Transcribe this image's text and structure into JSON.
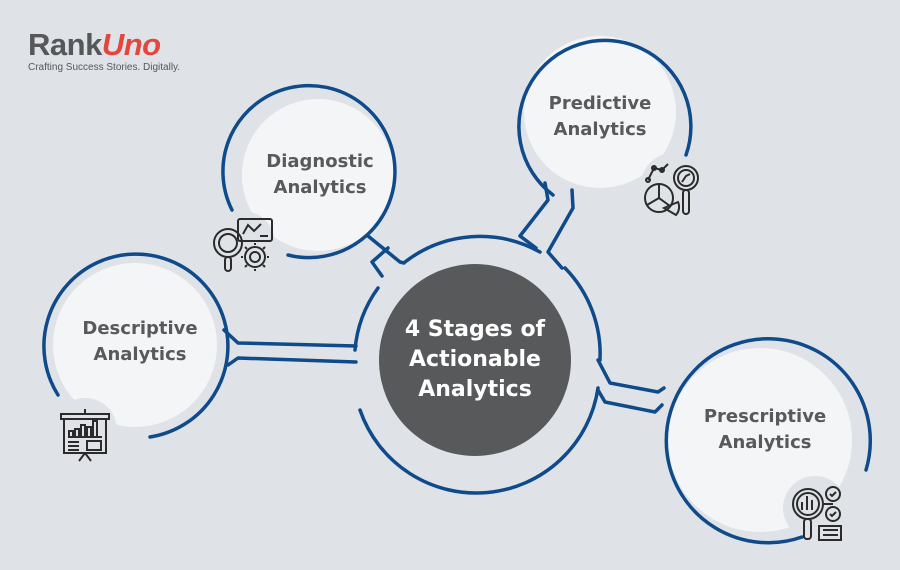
{
  "brand": {
    "name_part1": "Rank",
    "name_part2": "Uno",
    "tagline": "Crafting Success Stories. Digitally.",
    "colors": {
      "text": "#555759",
      "accent": "#e2463c"
    }
  },
  "diagram": {
    "center": {
      "line1": "4 Stages of",
      "line2": "Actionable",
      "line3": "Analytics"
    },
    "stages": [
      {
        "id": "descriptive",
        "line1": "Descriptive",
        "line2": "Analytics",
        "icon": "presentation-chart-icon"
      },
      {
        "id": "diagnostic",
        "line1": "Diagnostic",
        "line2": "Analytics",
        "icon": "magnifier-gear-chart-icon"
      },
      {
        "id": "predictive",
        "line1": "Predictive",
        "line2": "Analytics",
        "icon": "pie-chart-magnifier-icon"
      },
      {
        "id": "prescriptive",
        "line1": "Prescriptive",
        "line2": "Analytics",
        "icon": "magnifier-checklist-icon"
      }
    ],
    "colors": {
      "background": "#dfe3e8",
      "outline": "#0f4a8a",
      "node_fill": "#f4f5f6",
      "center_fill": "#58595b",
      "label_text": "#58595b"
    }
  }
}
